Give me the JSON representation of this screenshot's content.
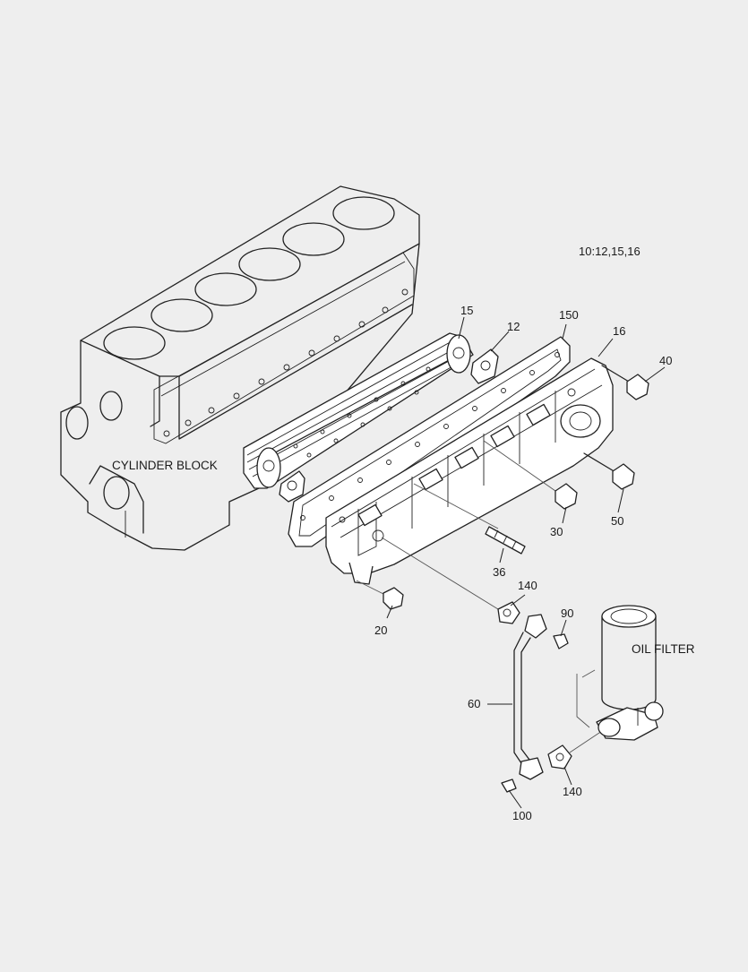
{
  "diagram": {
    "reference": "10:12,15,16",
    "assemblies": {
      "cylinder_block": "CYLINDER BLOCK",
      "oil_filter": "OIL FILTER"
    },
    "callouts": {
      "c15": "15",
      "c12": "12",
      "c150": "150",
      "c16": "16",
      "c40": "40",
      "c30": "30",
      "c50": "50",
      "c36": "36",
      "c20": "20",
      "c140a": "140",
      "c90": "90",
      "c60": "60",
      "c140b": "140",
      "c100": "100"
    }
  }
}
